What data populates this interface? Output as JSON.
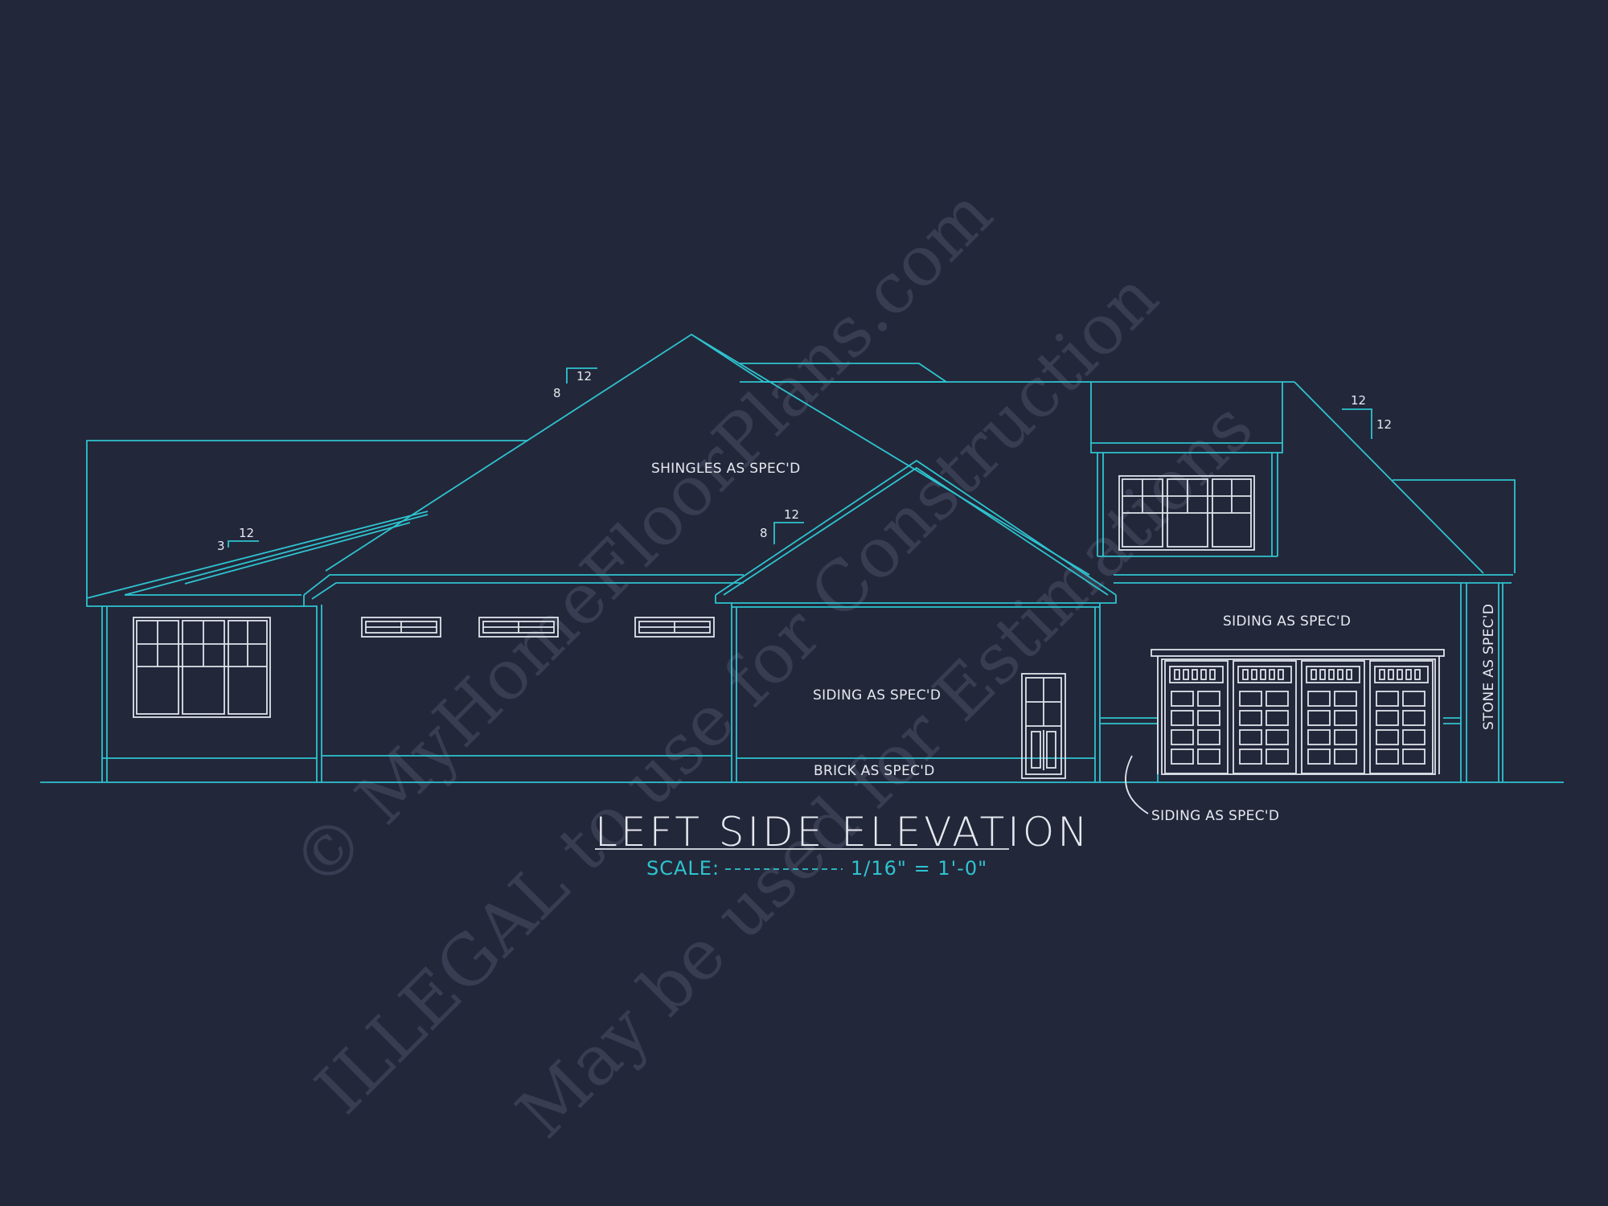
{
  "drawing": {
    "title": "LEFT SIDE ELEVATION",
    "scale_label": "SCALE:",
    "scale_value": "1/16\" = 1'-0\""
  },
  "notes": {
    "shingles": "SHINGLES AS SPEC'D",
    "siding_center": "SIDING AS SPEC'D",
    "brick": "BRICK AS SPEC'D",
    "siding_garage": "SIDING AS SPEC'D",
    "siding_callout": "SIDING AS SPEC'D",
    "stone": "STONE AS SPEC'D"
  },
  "roof_pitches": {
    "main": {
      "rise": "8",
      "run": "12"
    },
    "porch": {
      "rise": "3",
      "run": "12"
    },
    "gable": {
      "rise": "8",
      "run": "12"
    },
    "right": {
      "rise": "12",
      "run": "12"
    }
  },
  "watermark": {
    "line1": "© MyHomeFloorPlans.com",
    "line2": "ILLEGAL to use for Construction",
    "line3": "May be used for Estimations"
  },
  "colors": {
    "background": "#23273a",
    "linework": "#2ec4cf",
    "details": "#dfe3ea",
    "watermark": "#4a5066"
  }
}
